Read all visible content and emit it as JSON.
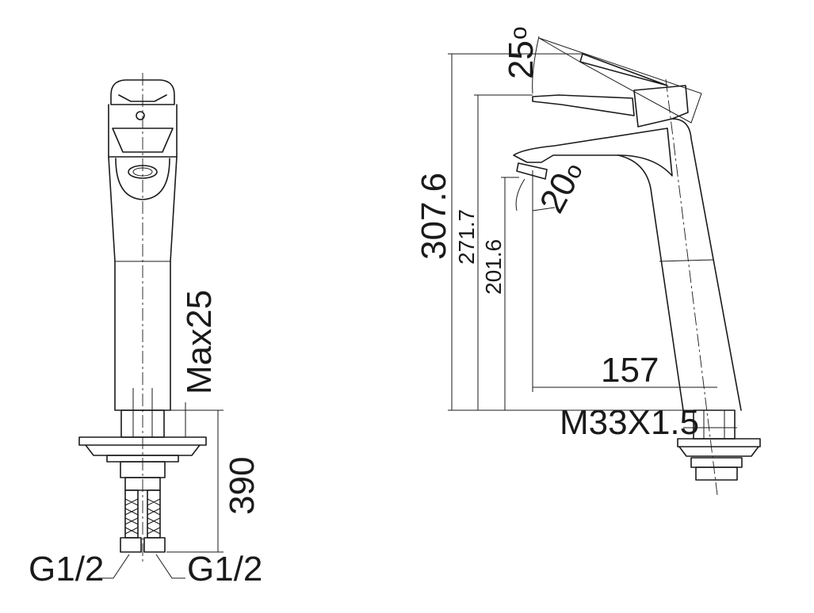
{
  "front_view": {
    "max_label": "Max25",
    "height_label": "390",
    "left_connection": "G1/2",
    "right_connection": "G1/2"
  },
  "side_view": {
    "lever_angle_label": "25",
    "spout_angle_label": "20",
    "height_total": "307.6",
    "height_lever": "271.7",
    "height_spout": "201.6",
    "reach_label": "157",
    "thread_label": "M33X1.5",
    "degree_symbol": "o"
  }
}
